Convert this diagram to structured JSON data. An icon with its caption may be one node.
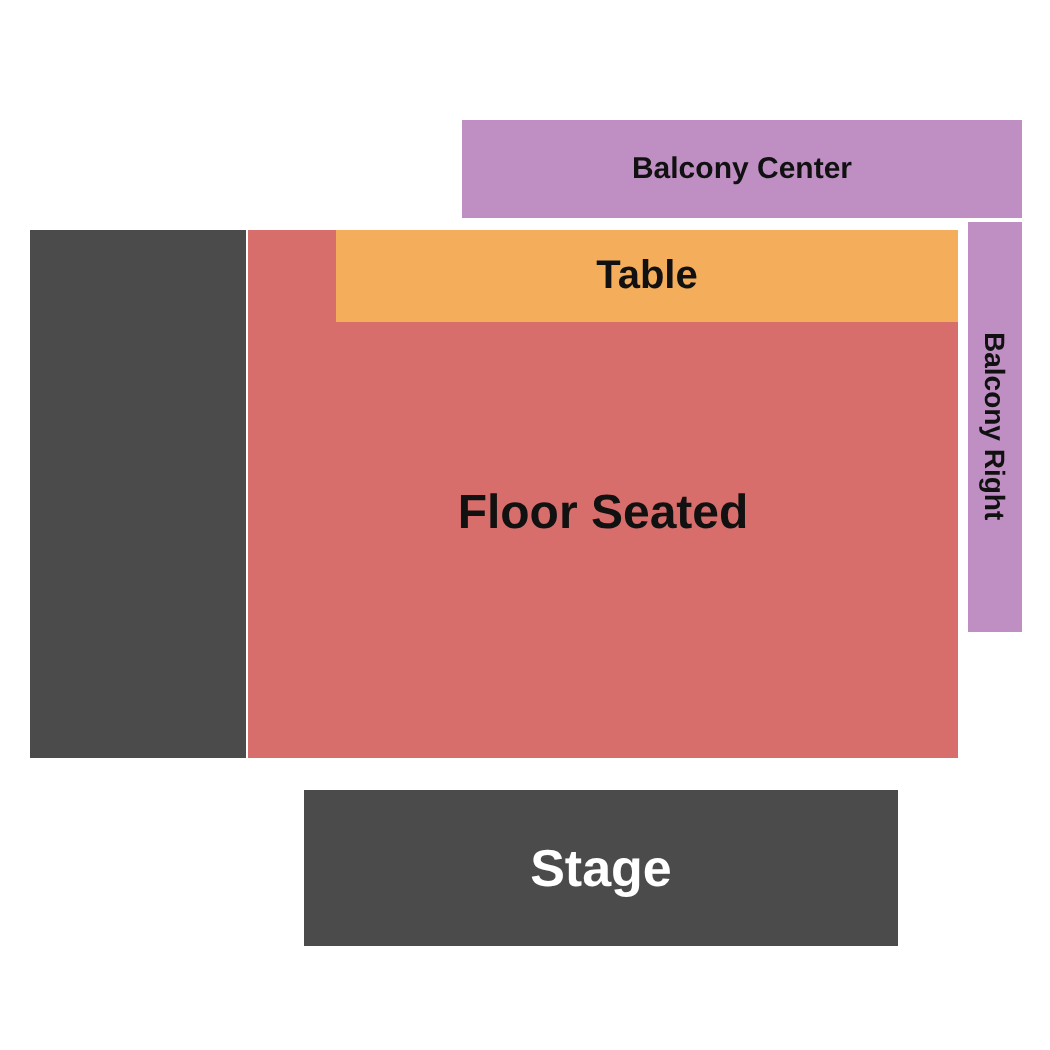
{
  "diagram": {
    "nodes": [
      {
        "text": [
          "Balcony Center"
        ]
      },
      {
        "text": [
          "Floor Seated"
        ]
      },
      {
        "text": [
          "Table"
        ],
        "in": 1
      },
      {
        "text": [
          "Balcony Right"
        ]
      },
      {
        "text": [],
        "shape": "box"
      },
      {
        "text": [
          "Stage"
        ]
      }
    ]
  }
}
